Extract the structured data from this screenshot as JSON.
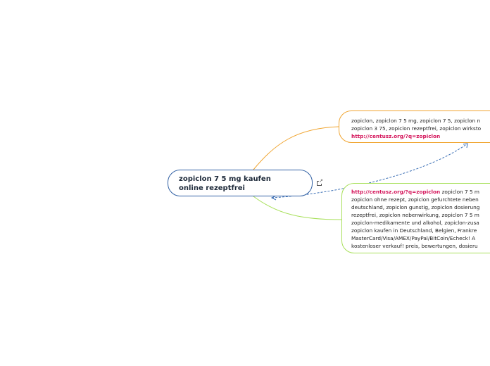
{
  "colors": {
    "central_border": "#2f5fa3",
    "branch_1": "#f0a531",
    "branch_2": "#a8e05a",
    "relation": "#3b6fb5",
    "link": "#d4145a"
  },
  "central": {
    "title": "zopiclon 7 5 mg kaufen online rezeptfrei",
    "icon": "external-link-icon"
  },
  "topic_1": {
    "lines": [
      "zopiclon, zopiclon 7 5 mg, zopiclon 7 5, zopiclon n",
      "zopiclon 3 75, zopiclon rezeptfrei, zopiclon wirksto"
    ],
    "url": "http://centusz.org/?q=zopiclon"
  },
  "topic_2": {
    "url": "http://centusz.org/?q=zopiclon",
    "first_line_rest": "zopiclon 7 5 m",
    "lines": [
      "zopiclon ohne rezept, zopiclon gefurchtete neben",
      "deutschland, zopiclon gunstig, zopiclon dosierung",
      "rezeptfrei, zopiclon nebenwirkung, zopiclon 7 5 m",
      "zopiclon-medikamente und alkohol, zopiclon-zusa",
      "zopiclon kaufen in Deutschland, Belgien, Frankre",
      "MasterCard/Visa/AMEX/PayPal/BitCoin/Echeck! A",
      "kostenloser verkauf! preis, bewertungen, dosieru"
    ]
  }
}
